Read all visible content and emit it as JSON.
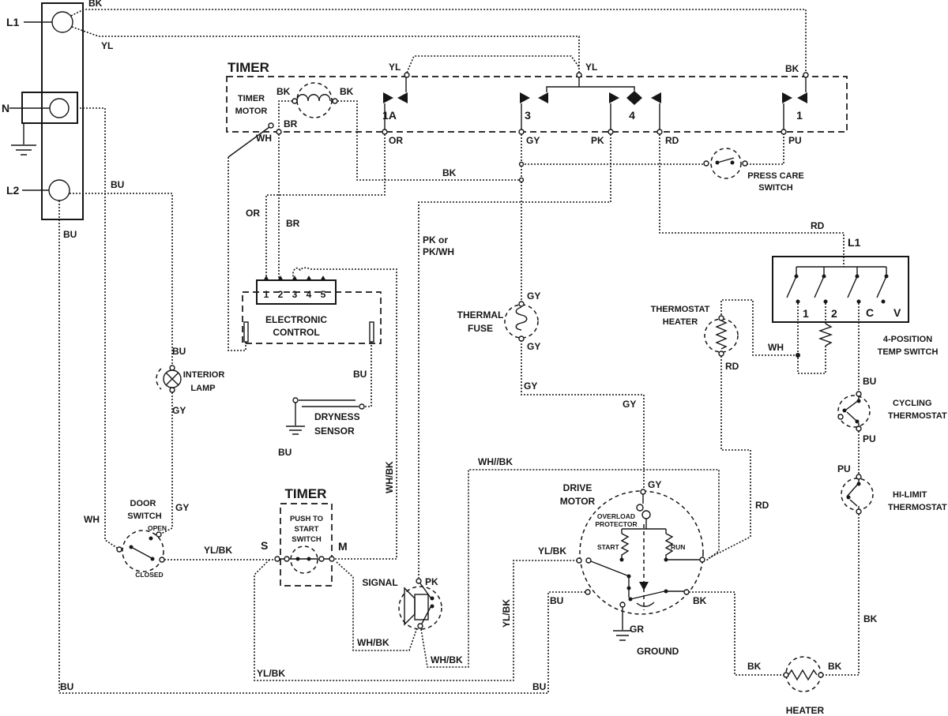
{
  "power": {
    "l1": "L1",
    "n": "N",
    "l2": "L2"
  },
  "timer": {
    "title": "TIMER",
    "motor1": "TIMER",
    "motor2": "MOTOR",
    "c1a": "1A",
    "c3": "3",
    "c4": "4",
    "c1": "1"
  },
  "press_care": {
    "l1": "PRESS CARE",
    "l2": "SWITCH"
  },
  "ec": {
    "l1": "ELECTRONIC",
    "l2": "CONTROL",
    "pins": [
      "1",
      "2",
      "3",
      "4",
      "5"
    ]
  },
  "lamp": {
    "l1": "INTERIOR",
    "l2": "LAMP"
  },
  "sensor": {
    "l1": "DRYNESS",
    "l2": "SENSOR"
  },
  "fuse": {
    "l1": "THERMAL",
    "l2": "FUSE"
  },
  "tstat_heater": {
    "l1": "THERMOSTAT",
    "l2": "HEATER"
  },
  "temp_switch": {
    "l1": "4-POSITION",
    "l2": "TEMP SWITCH",
    "p1": "1",
    "p2": "2",
    "pc": "C",
    "pv": "V",
    "feed": "L1"
  },
  "cycling": {
    "l1": "CYCLING",
    "l2": "THERMOSTAT"
  },
  "hilimit": {
    "l1": "HI-LIMIT",
    "l2": "THERMOSTAT"
  },
  "door": {
    "l1": "DOOR",
    "l2": "SWITCH",
    "open": "OPEN",
    "closed": "CLOSED"
  },
  "pts": {
    "title": "TIMER",
    "l1": "PUSH TO",
    "l2": "START",
    "l3": "SWITCH",
    "s": "S",
    "m": "M"
  },
  "signal": {
    "label": "SIGNAL"
  },
  "motor": {
    "l1": "DRIVE",
    "l2": "MOTOR",
    "ol1": "OVERLOAD",
    "ol2": "PROTECTOR",
    "start": "START",
    "run": "RUN",
    "gr": "GR",
    "ground": "GROUND"
  },
  "heater": {
    "label": "HEATER"
  },
  "wires": {
    "bk_l1": "BK",
    "yl_l1": "YL",
    "bu_l2": "BU",
    "bu_l2_down": "BU",
    "yl_t1": "YL",
    "yl_t2": "YL",
    "bk_t1": "BK",
    "bk_coil_l": "BK",
    "bk_coil_r": "BK",
    "br_term": "BR",
    "wh_term": "WH",
    "or_term": "OR",
    "gy_term": "GY",
    "pk_term": "PK",
    "rd_term": "RD",
    "pu_term": "PU",
    "bk_mid": "BK",
    "or_vert": "OR",
    "br_vert": "BR",
    "pk_or_1": "PK or",
    "pk_or_2": "PK/WH",
    "rd_top": "RD",
    "l1_corner": "L1",
    "gy_fuse_top": "GY",
    "gy_fuse_bot": "GY",
    "gy_corner": "GY",
    "gy_corner2": "GY",
    "gy_motor": "GY",
    "wh_temp": "WH",
    "rd_heater": "RD",
    "bu_c": "BU",
    "pu_cycling": "PU",
    "pu_hilimit": "PU",
    "whbk_run": "WH//BK",
    "rd_motor": "RD",
    "ylbk_door": "YL/BK",
    "whbk_vert": "WH/BK",
    "pk_signal": "PK",
    "whbk_sig1": "WH/BK",
    "whbk_sig2": "WH/BK",
    "ylbk_motor": "YL/BK",
    "ylbk_vert": "YL/BK",
    "ylbk_bottom": "YL/BK",
    "bu_motor": "BU",
    "bk_motor": "BK",
    "bu_bottom_l": "BU",
    "bu_bottom_r": "BU",
    "bk_heater_l": "BK",
    "bk_heater_r": "BK",
    "bk_heater_v": "BK",
    "bu_sensor": "BU",
    "bu_ground": "BU",
    "bu_lamp": "BU",
    "gy_lamp": "GY",
    "gy_door": "GY",
    "wh_door": "WH"
  }
}
